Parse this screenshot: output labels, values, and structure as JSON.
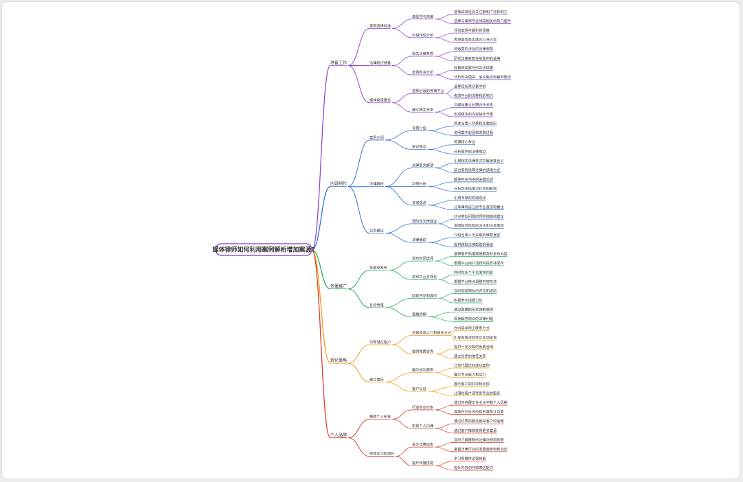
{
  "root": "媒体律师如何利用案例解析增加案源?",
  "colors": [
    "#8e44d8",
    "#2f6fd6",
    "#27ae60",
    "#f39c12",
    "#d93a2b"
  ],
  "branches": [
    {
      "label": "准备工作",
      "children": [
        {
          "label": "案例选择标准",
          "children": [
            {
              "label": "典型性与热度",
              "children": [
                "选择具有社会关注度和广泛影响力",
                "选择与律师专业领域相关的热门案件"
              ]
            },
            {
              "label": "可操作性分析",
              "children": [
                "评估案情可解析的深度",
                "考虑案情是否适合公开讨论"
              ]
            }
          ]
        },
        {
          "label": "法律知识储备",
          "children": [
            {
              "label": "相关法律条款",
              "children": [
                "熟悉案件涉及的法律条款",
                "研究法律条款在实践中的适用"
              ]
            },
            {
              "label": "案例判决分析",
              "children": [
                "收集同类案件的判决结果",
                "分析判决理由、争议焦点和裁判要点"
              ]
            }
          ]
        },
        {
          "label": "媒体渠道建设",
          "children": [
            {
              "label": "选择合适的传播平台",
              "children": [
                "选择目标受众集中的",
                "考虑平台的流量和影响力"
              ]
            },
            {
              "label": "建立稳定关系",
              "children": [
                "与媒体建立长期合作关系",
                "形成稳定的内容输出节奏"
              ]
            }
          ]
        }
      ]
    },
    {
      "label": "内容制作",
      "children": [
        {
          "label": "案例介绍",
          "children": [
            {
              "label": "背景介绍",
              "children": [
                "简述当事人背景和主要经历",
                "说明案件起因和发展过程"
              ]
            },
            {
              "label": "争议焦点",
              "children": [
                "梳理核心争议",
                "分析案件的法律难点"
              ]
            }
          ]
        },
        {
          "label": "法律解析",
          "children": [
            {
              "label": "法律条文解读",
              "children": [
                "引用相关法律条文并解读其含义",
                "结合案情说明法律的适用方式"
              ]
            },
            {
              "label": "判例分析",
              "children": [
                "解读判决书中的关键论述",
                "分析判决结果对社会的影响"
              ]
            },
            {
              "label": "专家观点",
              "children": [
                "引用专家的权威观点",
                "分享律师自己的专业意见和看法"
              ]
            }
          ]
        },
        {
          "label": "实务建议",
          "children": [
            {
              "label": "预防性法律建议",
              "children": [
                "针对类似问题的预防措施和建议",
                "说明防范风险的方法和注意事项"
              ]
            },
            {
              "label": "法律援助",
              "children": [
                "介绍当事人可采取的维权途径",
                "提供获取法律帮助的渠道"
              ]
            }
          ]
        }
      ]
    },
    {
      "label": "传播推广",
      "children": [
        {
          "label": "多渠道发布",
          "children": [
            {
              "label": "发布时间选择",
              "children": [
                "选择案件热度高峰期及时发布内容",
                "根据平台用户活跃时段安排发布"
              ]
            },
            {
              "label": "发布平台多样化",
              "children": [
                "同时在多个平台发布内容",
                "根据平台特点调整内容形式"
              ]
            }
          ]
        },
        {
          "label": "互动增强",
          "children": [
            {
              "label": "回复评论和提问",
              "children": [
                "及时回复网友的评论和提问",
                "积极参与话题讨论"
              ]
            },
            {
              "label": "直播讲解",
              "children": [
                "通过直播的形式讲解案例",
                "现场解答观众的法律问题"
              ]
            }
          ]
        }
      ]
    },
    {
      "label": "转化策略",
      "children": [
        {
          "label": "引导潜在客户",
          "children": [
            {
              "label": "设置咨询入口和联系方式",
              "children": [
                "在内容中附上联系方式",
                "引导有需求的受众主动咨询"
              ]
            },
            {
              "label": "提供免费咨询",
              "children": [
                "提供一定次数的免费咨询",
                "建立初步的信任关系"
              ]
            }
          ]
        },
        {
          "label": "建立信任",
          "children": [
            {
              "label": "展示成功案例",
              "children": [
                "分享代理过的成功案例",
                "展示专业能力和实力"
              ]
            },
            {
              "label": "客户见证",
              "children": [
                "展示客户的好评和反馈",
                "让潜在客户感受到专业的服务"
              ]
            }
          ]
        }
      ]
    },
    {
      "label": "个人品牌",
      "children": [
        {
          "label": "塑造个人形象",
          "children": [
            {
              "label": "打造专业形象",
              "children": [
                "通过内容展示专业水平和个人风格",
                "提高在行业内的知名度和认可度"
              ]
            },
            {
              "label": "积累个人口碑",
              "children": [
                "通过优质的服务赢得客户的信赖",
                "通过客户推荐获得更多案源"
              ]
            }
          ]
        },
        {
          "label": "持续学习和提升",
          "children": [
            {
              "label": "关注法律动态",
              "children": [
                "及时了解最新的法律法规和政策",
                "掌握法律行业的发展趋势和新动向"
              ]
            },
            {
              "label": "提升传播技能",
              "children": [
                "学习新媒体运营技能",
                "提升内容创作和表达能力"
              ]
            }
          ]
        }
      ]
    }
  ]
}
